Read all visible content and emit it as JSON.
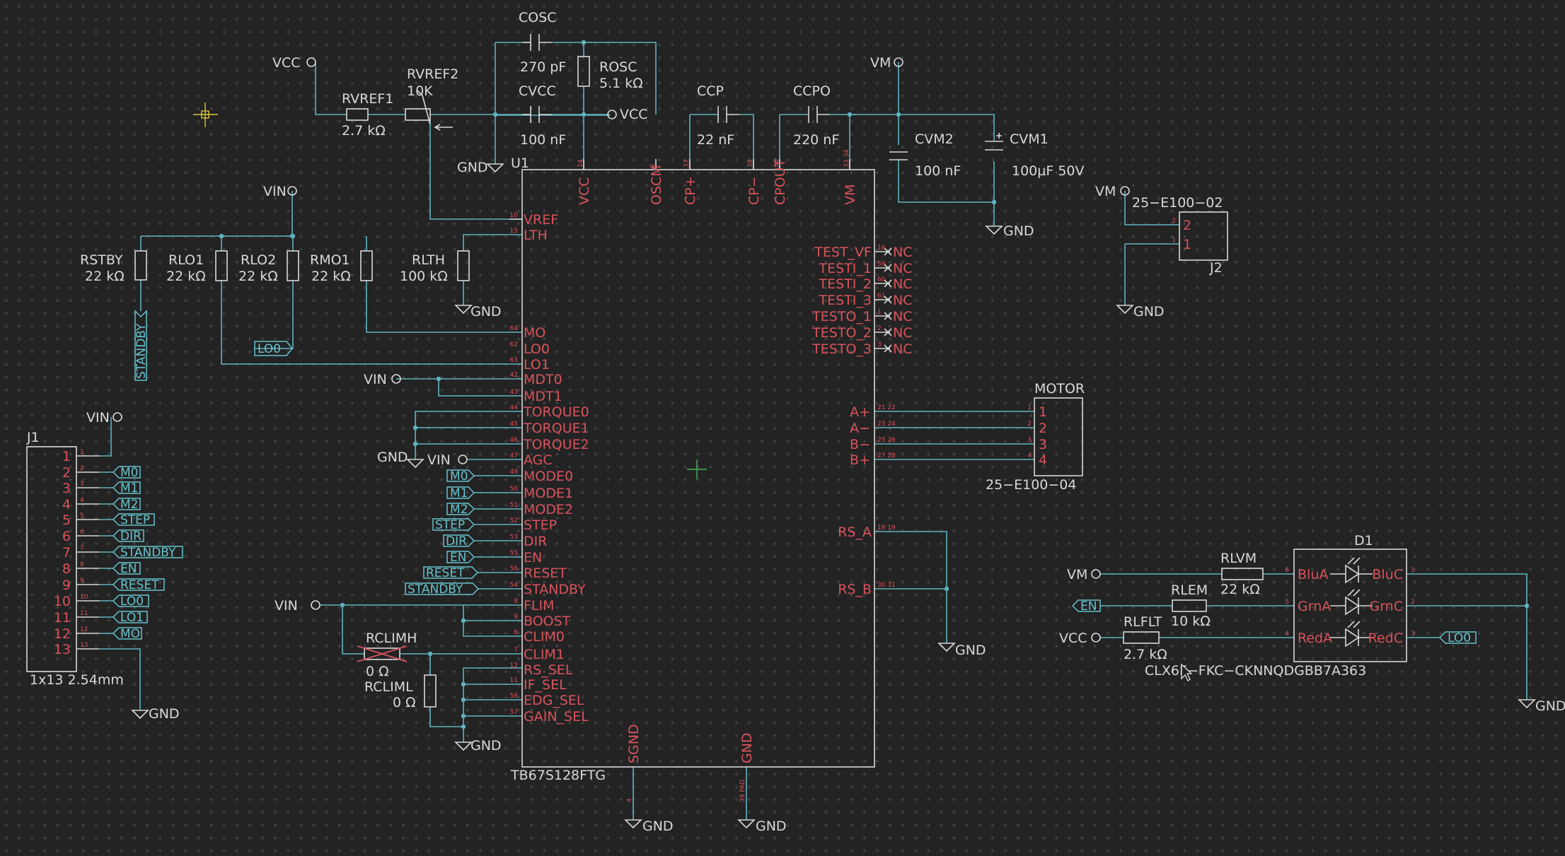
{
  "colors": {
    "background": "#232323",
    "grid": "#4a4a4a",
    "wire": "#5fb3c0",
    "component": "#d8d8d8",
    "pin_red": "#d9535c",
    "label_cyan": "#66c2cd",
    "cursor_yellow": "#d9c53a",
    "cursor_green": "#46b35a"
  },
  "header_components": {
    "cosc": "COSC",
    "cosc_val": "270 pF",
    "rosc": "ROSC",
    "rosc_val": "5.1 kΩ",
    "cvcc": "CVCC",
    "cvcc_val": "100 nF",
    "vcc_cvcc": "VCC",
    "ccp": "CCP",
    "ccp_val": "22 nF",
    "ccpo": "CCPO",
    "ccpo_val": "220 nF",
    "vm_top": "VM",
    "cvm2": "CVM2",
    "cvm2_val": "100 nF",
    "cvm1": "CVM1",
    "cvm1_val": "100µF 50V",
    "gnd_cvm": "GND",
    "vcc_top": "VCC",
    "rvref1": "RVREF1",
    "rvref1_val": "2.7 kΩ",
    "rvref2": "RVREF2",
    "rvref2_val": "10K",
    "gnd_osc": "GND",
    "u1": "U1"
  },
  "left_resistors": {
    "vin": "VIN",
    "rstby": "RSTBY",
    "rstby_val": "22 kΩ",
    "rlo1": "RLO1",
    "rlo1_val": "22 kΩ",
    "rlo2": "RLO2",
    "rlo2_val": "22 kΩ",
    "rmo1": "RMO1",
    "rmo1_val": "22 kΩ",
    "rlth": "RLTH",
    "rlth_val": "100 kΩ",
    "gnd_lth": "GND",
    "standby_tag": "STANDBY",
    "lo0_tag": "LO0",
    "vin_mdt": "VIN",
    "gnd_torque": "GND",
    "vin_agc": "VIN"
  },
  "ic": {
    "name": "TB67S128FTG",
    "top_pins": [
      {
        "num": "14",
        "name": "VCC"
      },
      {
        "num": "5",
        "name": "OSCM"
      },
      {
        "num": "37",
        "name": "CP+"
      },
      {
        "num": "38",
        "name": "CP−"
      },
      {
        "num": "36",
        "name": "CPOUT"
      },
      {
        "num": "33 34",
        "name": "VM"
      }
    ],
    "left_pins": [
      {
        "num": "10",
        "name": "VREF"
      },
      {
        "num": "15",
        "name": "LTH"
      },
      {
        "num": "64",
        "name": "MO"
      },
      {
        "num": "62",
        "name": "LO0"
      },
      {
        "num": "63",
        "name": "LO1"
      },
      {
        "num": "42",
        "name": "MDT0"
      },
      {
        "num": "43",
        "name": "MDT1"
      },
      {
        "num": "44",
        "name": "TORQUE0"
      },
      {
        "num": "45",
        "name": "TORQUE1"
      },
      {
        "num": "46",
        "name": "TORQUE2"
      },
      {
        "num": "47",
        "name": "AGC"
      },
      {
        "num": "49",
        "name": "MODE0"
      },
      {
        "num": "50",
        "name": "MODE1"
      },
      {
        "num": "51",
        "name": "MODE2"
      },
      {
        "num": "52",
        "name": "STEP"
      },
      {
        "num": "53",
        "name": "DIR"
      },
      {
        "num": "55",
        "name": "EN"
      },
      {
        "num": "56",
        "name": "RESET"
      },
      {
        "num": "54",
        "name": "STANDBY"
      },
      {
        "num": "8",
        "name": "FLIM"
      },
      {
        "num": "9",
        "name": "BOOST"
      },
      {
        "num": "6",
        "name": "CLIM0"
      },
      {
        "num": "7",
        "name": "CLIM1"
      },
      {
        "num": "12",
        "name": "RS_SEL"
      },
      {
        "num": "11",
        "name": "IF_SEL"
      },
      {
        "num": "58",
        "name": "EDG_SEL"
      },
      {
        "num": "57",
        "name": "GAIN_SEL"
      }
    ],
    "right_pins": [
      {
        "num": "16",
        "name": "TEST_VF"
      },
      {
        "num": "59",
        "name": "TESTI_1"
      },
      {
        "num": "60",
        "name": "TESTI_2"
      },
      {
        "num": "61",
        "name": "TESTI_3"
      },
      {
        "num": "1",
        "name": "TESTO_1"
      },
      {
        "num": "2",
        "name": "TESTO_2"
      },
      {
        "num": "3",
        "name": "TESTO_3"
      }
    ],
    "nc": "NC",
    "motor_pins": [
      {
        "num": "21 22",
        "name": "A+"
      },
      {
        "num": "23 24",
        "name": "A−"
      },
      {
        "num": "25 26",
        "name": "B−"
      },
      {
        "num": "27 28",
        "name": "B+"
      }
    ],
    "rs_pins": [
      {
        "num": "18 19",
        "name": "RS_A"
      },
      {
        "num": "30 31",
        "name": "RS_B"
      }
    ],
    "gnd_rs": "GND",
    "bottom_pins": [
      {
        "num": "4",
        "name": "SGND"
      },
      {
        "num": "39 PAD",
        "name": "GND"
      }
    ],
    "gnd_sgnd": "GND",
    "gnd_pad": "GND"
  },
  "mode_tags": [
    "M0",
    "M1",
    "M2",
    "STEP",
    "DIR",
    "EN",
    "RESET",
    "STANDBY"
  ],
  "clim": {
    "vin": "VIN",
    "rclimh": "RCLIMH",
    "rclimh_val": "0 Ω",
    "rcliml": "RCLIML",
    "rcliml_val": "0 Ω",
    "gnd": "GND"
  },
  "j1": {
    "ref": "J1",
    "footprint": "1x13 2.54mm",
    "vin": "VIN",
    "gnd": "GND",
    "pins": [
      "1",
      "2",
      "3",
      "4",
      "5",
      "6",
      "7",
      "8",
      "9",
      "10",
      "11",
      "12",
      "13"
    ],
    "tags": [
      "",
      "M0",
      "M1",
      "M2",
      "STEP",
      "DIR",
      "STANDBY",
      "EN",
      "RESET",
      "LO0",
      "LO1",
      "MO",
      ""
    ]
  },
  "motor": {
    "ref": "MOTOR",
    "part": "25−E100−04",
    "pins": [
      "1",
      "2",
      "3",
      "4"
    ]
  },
  "j2": {
    "ref": "J2",
    "part": "25−E100−02",
    "vm": "VM",
    "gnd": "GND",
    "pins": [
      "2",
      "1"
    ]
  },
  "d1": {
    "ref": "D1",
    "part": "CLX6F−FKC−CKNNQDGBB7A363",
    "vm": "VM",
    "en_tag": "EN",
    "vcc": "VCC",
    "lo0_tag": "LO0",
    "gnd": "GND",
    "rlvm": "RLVM",
    "rlvm_val": "22 kΩ",
    "rlem": "RLEM",
    "rlem_val": "10 kΩ",
    "rlflt": "RLFLT",
    "rlflt_val": "2.7 kΩ",
    "anodes": [
      "BluA",
      "GrnA",
      "RedA"
    ],
    "cathodes": [
      "BluC",
      "GrnC",
      "RedC"
    ],
    "anode_nums": [
      "6",
      "5",
      "4"
    ],
    "cathode_nums": [
      "1",
      "2",
      "3"
    ]
  }
}
